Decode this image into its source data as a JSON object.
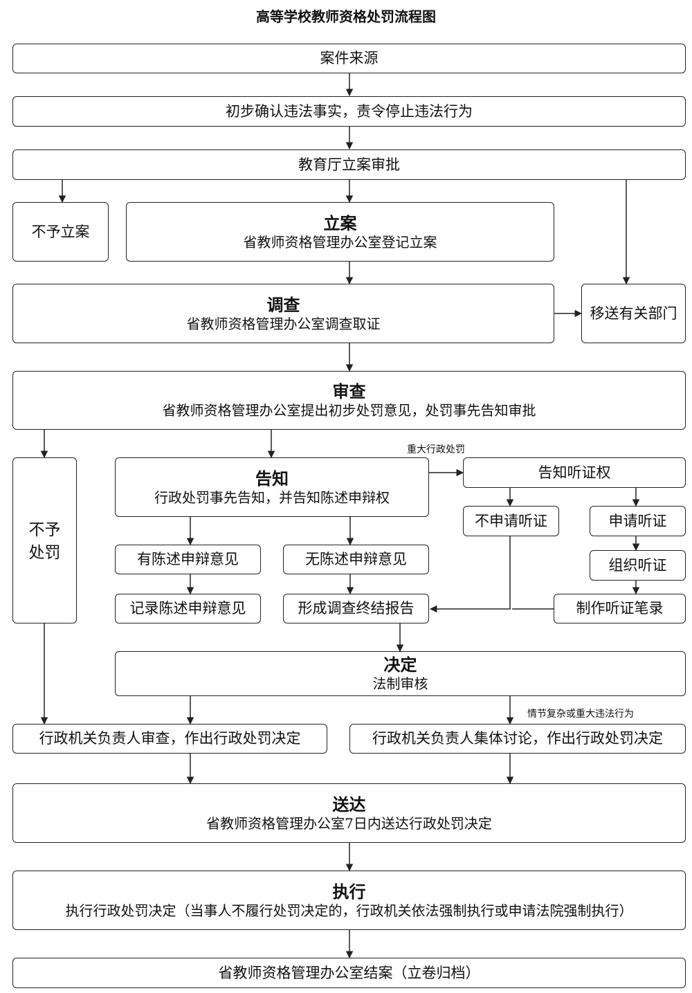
{
  "title": "高等学校教师资格处罚流程图",
  "nodes": {
    "source": "案件来源",
    "confirm": "初步确认违法事实，责令停止违法行为",
    "approval": "教育厅立案审批",
    "no_case": "不予立案",
    "filing": {
      "head": "立案",
      "sub": "省教师资格管理办公室登记立案"
    },
    "transfer": "移送有关部门",
    "investigate": {
      "head": "调查",
      "sub": "省教师资格管理办公室调查取证"
    },
    "review": {
      "head": "审查",
      "sub": "省教师资格管理办公室提出初步处罚意见，处罚事先告知审批"
    },
    "no_penalty": [
      "不予",
      "处罚"
    ],
    "notify": {
      "head": "告知",
      "sub": "行政处罚事先告知，并告知陈述申辩权"
    },
    "hearing_right": "告知听证权",
    "no_hearing": "不申请听证",
    "apply_hearing": "申请听证",
    "organize_hearing": "组织听证",
    "hearing_record": "制作听证笔录",
    "has_statement": "有陈述申辩意见",
    "no_statement": "无陈述申辩意见",
    "record_statement": "记录陈述申辩意见",
    "final_report": "形成调查终结报告",
    "decision": {
      "head": "决定",
      "sub": "法制审核"
    },
    "head_review": "行政机关负责人审查，作出行政处罚决定",
    "collective": "行政机关负责人集体讨论，作出行政处罚决定",
    "deliver": {
      "head": "送达",
      "sub": "省教师资格管理办公室7日内送达行政处罚决定"
    },
    "execute": {
      "head": "执行",
      "sub": "执行行政处罚决定（当事人不履行处罚决定的，行政机关依法强制执行或申请法院强制执行）"
    },
    "close": "省教师资格管理办公室结案（立卷归档）"
  },
  "notes": {
    "major": "重大行政处罚",
    "complex": "情节复杂或重大违法行为"
  }
}
